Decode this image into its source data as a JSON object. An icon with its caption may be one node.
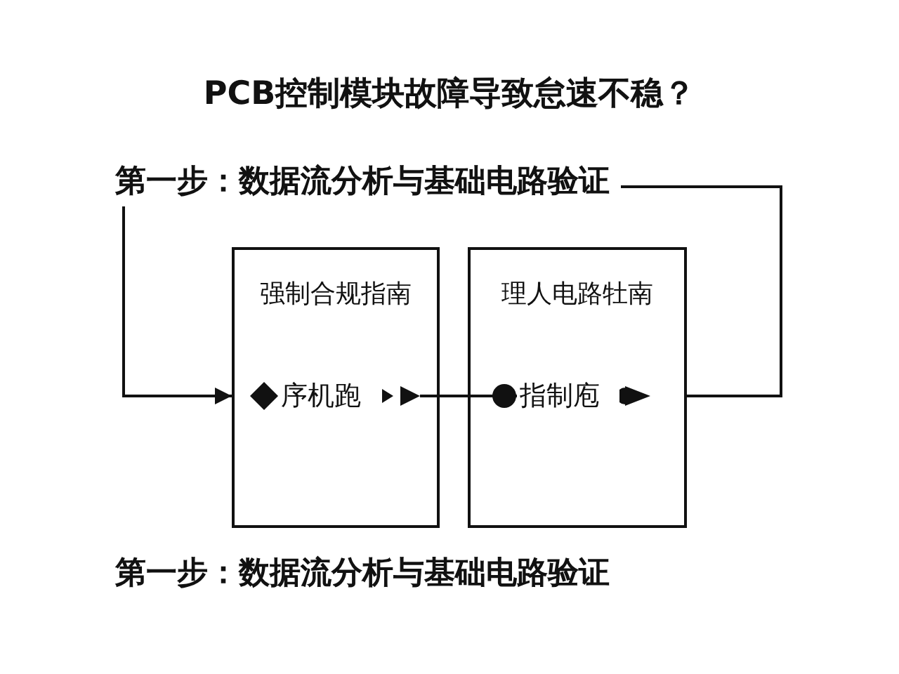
{
  "diagram": {
    "title": "PCB控制模块故障导致怠速不稳？",
    "nodes": [
      {
        "text": [
          "第一步：数据流分析与基础电路验证"
        ]
      },
      {
        "text": [
          "强制合规指南"
        ]
      },
      {
        "text": [
          "序机跑"
        ],
        "in": 1
      },
      {
        "text": [
          "理人电路牡南"
        ]
      },
      {
        "text": [
          "指制庖"
        ],
        "in": 3
      }
    ],
    "edges": [
      {
        "from": 0,
        "to": 1,
        "arrow": "to"
      },
      {
        "from": 2,
        "to": 4,
        "arrow": "other"
      },
      {
        "from": 3,
        "to": 0,
        "arrow": "none"
      }
    ],
    "labels": [
      "第一步：数据流分析与基础电路验证"
    ]
  }
}
